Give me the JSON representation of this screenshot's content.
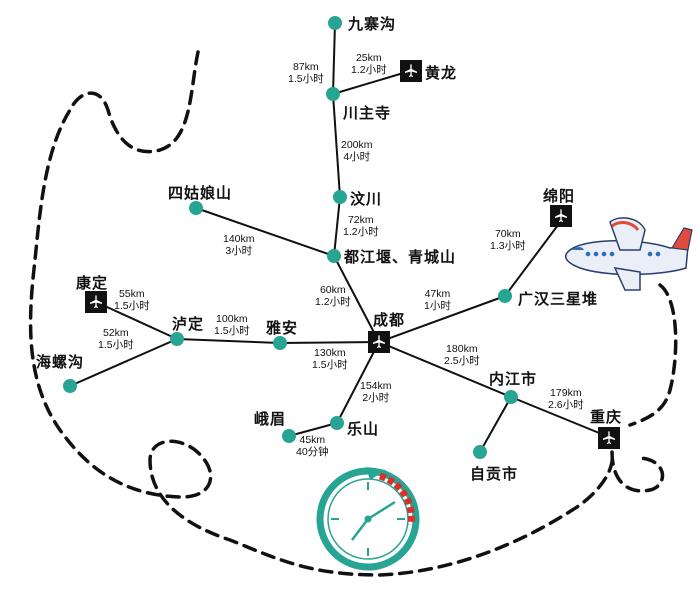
{
  "cities": {
    "jiuzhaigou": "九寨沟",
    "huanglong": "黄龙",
    "chuanzhusi": "川主寺",
    "wenchuan": "汶川",
    "siguniangshan": "四姑娘山",
    "dujiangyan": "都江堰、青城山",
    "chengdu": "成都",
    "mianyang": "绵阳",
    "guanghan": "广汉三星堆",
    "kangding": "康定",
    "luding": "泸定",
    "yaan": "雅安",
    "hailuogou": "海螺沟",
    "emei": "峨眉",
    "leshan": "乐山",
    "neijiang": "内江市",
    "zigong": "自贡市",
    "chongqing": "重庆"
  },
  "segments": {
    "jiuzhai_chuanzhu": {
      "distance": "87km",
      "time": "1.5小时"
    },
    "huanglong_chuanzhu": {
      "distance": "25km",
      "time": "1.2小时"
    },
    "chuanzhu_wenchuan": {
      "distance": "200km",
      "time": "4小时"
    },
    "wenchuan_dujiangyan": {
      "distance": "72km",
      "time": "1.2小时"
    },
    "siguniang_dujiangyan": {
      "distance": "140km",
      "time": "3小时"
    },
    "dujiangyan_chengdu": {
      "distance": "60km",
      "time": "1.2小时"
    },
    "chengdu_guanghan": {
      "distance": "47km",
      "time": "1小时"
    },
    "guanghan_mianyang": {
      "distance": "70km",
      "time": "1.3小时"
    },
    "kangding_luding": {
      "distance": "55km",
      "time": "1.5小时"
    },
    "hailuogou_luding": {
      "distance": "52km",
      "time": "1.5小时"
    },
    "luding_yaan": {
      "distance": "100km",
      "time": "1.5小时"
    },
    "yaan_chengdu": {
      "distance": "130km",
      "time": "1.5小时"
    },
    "chengdu_leshan": {
      "distance": "154km",
      "time": "2小时"
    },
    "emei_leshan": {
      "distance": "45km",
      "time": "40分钟"
    },
    "chengdu_neijiang": {
      "distance": "180km",
      "time": "2.5小时"
    },
    "neijiang_chongqing": {
      "distance": "179km",
      "time": "2.6小时"
    }
  },
  "airports": [
    "huanglong",
    "mianyang",
    "kangding",
    "chengdu",
    "chongqing"
  ],
  "colors": {
    "node": "#27a592",
    "line": "#111111",
    "clock_rim": "#27a592",
    "clock_accent": "#d9302c",
    "route_dash": "#111111"
  },
  "icons": [
    "airport-icon",
    "airplane-illustration",
    "clock-icon"
  ]
}
